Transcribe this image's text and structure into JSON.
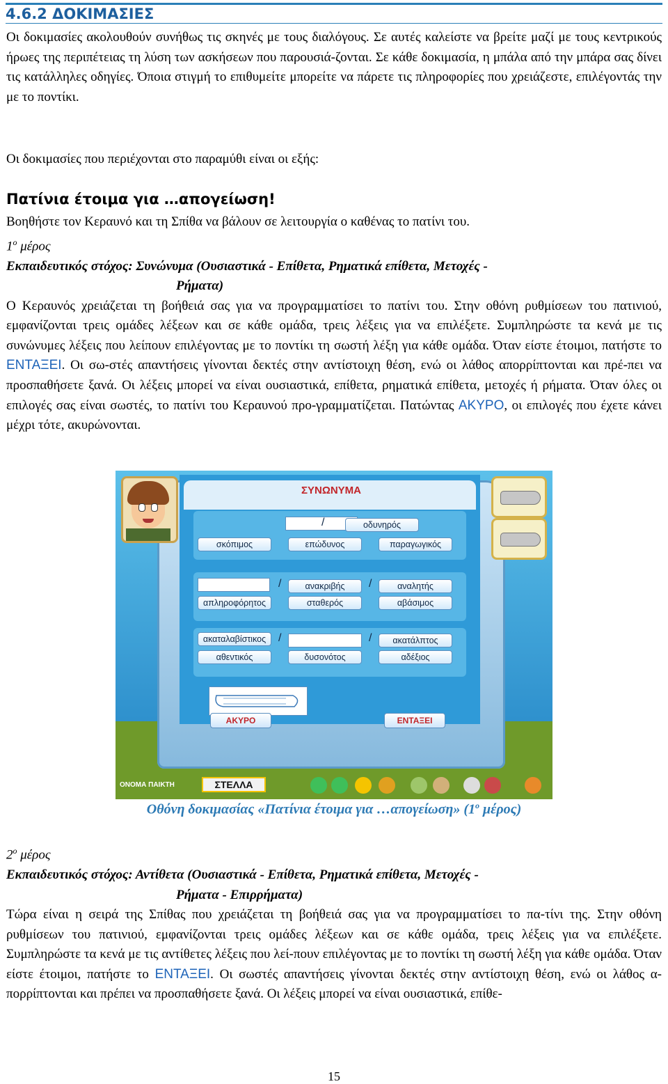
{
  "section": {
    "number": "4.6.2",
    "title": "ΔΟΚΙΜΑΣΙΕΣ"
  },
  "intro": {
    "p1": "Οι δοκιμασίες ακολουθούν συνήθως τις σκηνές με τους διαλόγους. Σε αυτές καλείστε να βρείτε μαζί με τους κεντρικούς ήρωες της περιπέτειας τη λύση των ασκήσεων που παρουσιά-ζονται. Σε κάθε δοκιμασία, η μπάλα από την μπάρα σας δίνει τις κατάλληλες οδηγίες. Όποια στιγμή το επιθυμείτε μπορείτε να πάρετε τις πληροφορίες που χρειάζεστε, επιλέγοντάς την με το ποντίκι.",
    "p2": "Οι δοκιμασίες που περιέχονται στο παραμύθι είναι οι εξής:"
  },
  "task": {
    "title": "Πατίνια έτοιμα για …απογείωση!",
    "subtitle": "Βοηθήστε τον Κεραυνό και τη Σπίθα να βάλουν σε λειτουργία ο καθένας το πατίνι του."
  },
  "part1": {
    "num": "1",
    "sup": "ο",
    "label": "μέρος",
    "goal_line1": "Εκπαιδευτικός στόχος: Συνώνυμα (Ουσιαστικά - Επίθετα, Ρηματικά επίθετα, Μετοχές -",
    "goal_line2": "Ρήματα)",
    "t1": "Ο Κεραυνός χρειάζεται τη βοήθειά σας για να προγραμματίσει το πατίνι του. Στην οθόνη ρυθμίσεων του πατινιού, εμφανίζονται τρεις ομάδες λέξεων και σε κάθε ομάδα, τρεις λέξεις για να επιλέξετε. Συμπληρώστε τα κενά με τις συνώνυμες λέξεις που λείπουν επιλέγοντας με το ποντίκι τη σωστή λέξη για κάθε ομάδα. Όταν είστε έτοιμοι, πατήστε το ",
    "ok_word": "ΕΝΤΑΞΕΙ",
    "t2": ". Οι σω-στές απαντήσεις γίνονται δεκτές στην αντίστοιχη θέση, ενώ οι λάθος απορρίπτονται και πρέ-πει να προσπαθήσετε ξανά. Οι λέξεις μπορεί να είναι ουσιαστικά, επίθετα, ρηματικά επίθετα, μετοχές ή ρήματα. Όταν όλες οι επιλογές σας είναι σωστές, το πατίνι του Κεραυνού προ-γραμματίζεται. Πατώντας ",
    "cancel_word": "ΑΚΥΡΟ",
    "t3": ", οι επιλογές που έχετε κάνει μέχρι τότε, ακυρώνονται."
  },
  "screenshot": {
    "title": "ΣΥΝΩΝΥΜΑ",
    "groups": [
      {
        "target": "οδυνηρός",
        "middle_slot": "",
        "choices": [
          "σκόπιμος",
          "επώδυνος",
          "παραγωγικός"
        ]
      },
      {
        "target": "αναλητής",
        "middle_slot": "ανακριβής",
        "choices": [
          "απληροφόρητος",
          "σταθερός",
          "αβάσιμος"
        ]
      },
      {
        "target": "ακατάλπτος",
        "first_slot": "ακαταλαβίστικος",
        "choices": [
          "αθεντικός",
          "δυσονότος",
          "αδέξιος"
        ]
      }
    ],
    "cancel_btn": "ΑΚΥΡΟ",
    "ok_btn": "ΕΝΤΑΞΕΙ",
    "player_label": "ΟΝΟΜΑ ΠΑΙΚΤΗ",
    "player_name": "ΣΤΕΛΛΑ"
  },
  "caption": {
    "before": "Οθόνη δοκιμασίας «Πατίνια έτοιμα για …απογείωση» (1",
    "sup": "ο",
    "after": " μέρος)"
  },
  "part2": {
    "num": "2",
    "sup": "ο",
    "label": "μέρος",
    "goal_line1": "Εκπαιδευτικός στόχος: Αντίθετα (Ουσιαστικά - Επίθετα, Ρηματικά επίθετα, Μετοχές -",
    "goal_line2": "Ρήματα - Επιρρήματα)",
    "t1": "Τώρα είναι η σειρά της Σπίθας που χρειάζεται τη βοήθειά σας για να προγραμματίσει το πα-τίνι της. Στην οθόνη ρυθμίσεων του πατινιού, εμφανίζονται τρεις ομάδες λέξεων και σε κάθε ομάδα, τρεις λέξεις για να επιλέξετε. Συμπληρώστε τα κενά με τις αντίθετες λέξεις που λεί-πουν επιλέγοντας με το ποντίκι τη σωστή λέξη για κάθε ομάδα. Όταν είστε έτοιμοι, πατήστε το ",
    "ok_word": "ΕΝΤΑΞΕΙ",
    "t2": ". Οι σωστές απαντήσεις γίνονται δεκτές στην αντίστοιχη θέση, ενώ οι λάθος α-πορρίπτονται και πρέπει να προσπαθήσετε ξανά. Οι λέξεις μπορεί να είναι ουσιαστικά, επίθε-"
  },
  "page_number": "15"
}
